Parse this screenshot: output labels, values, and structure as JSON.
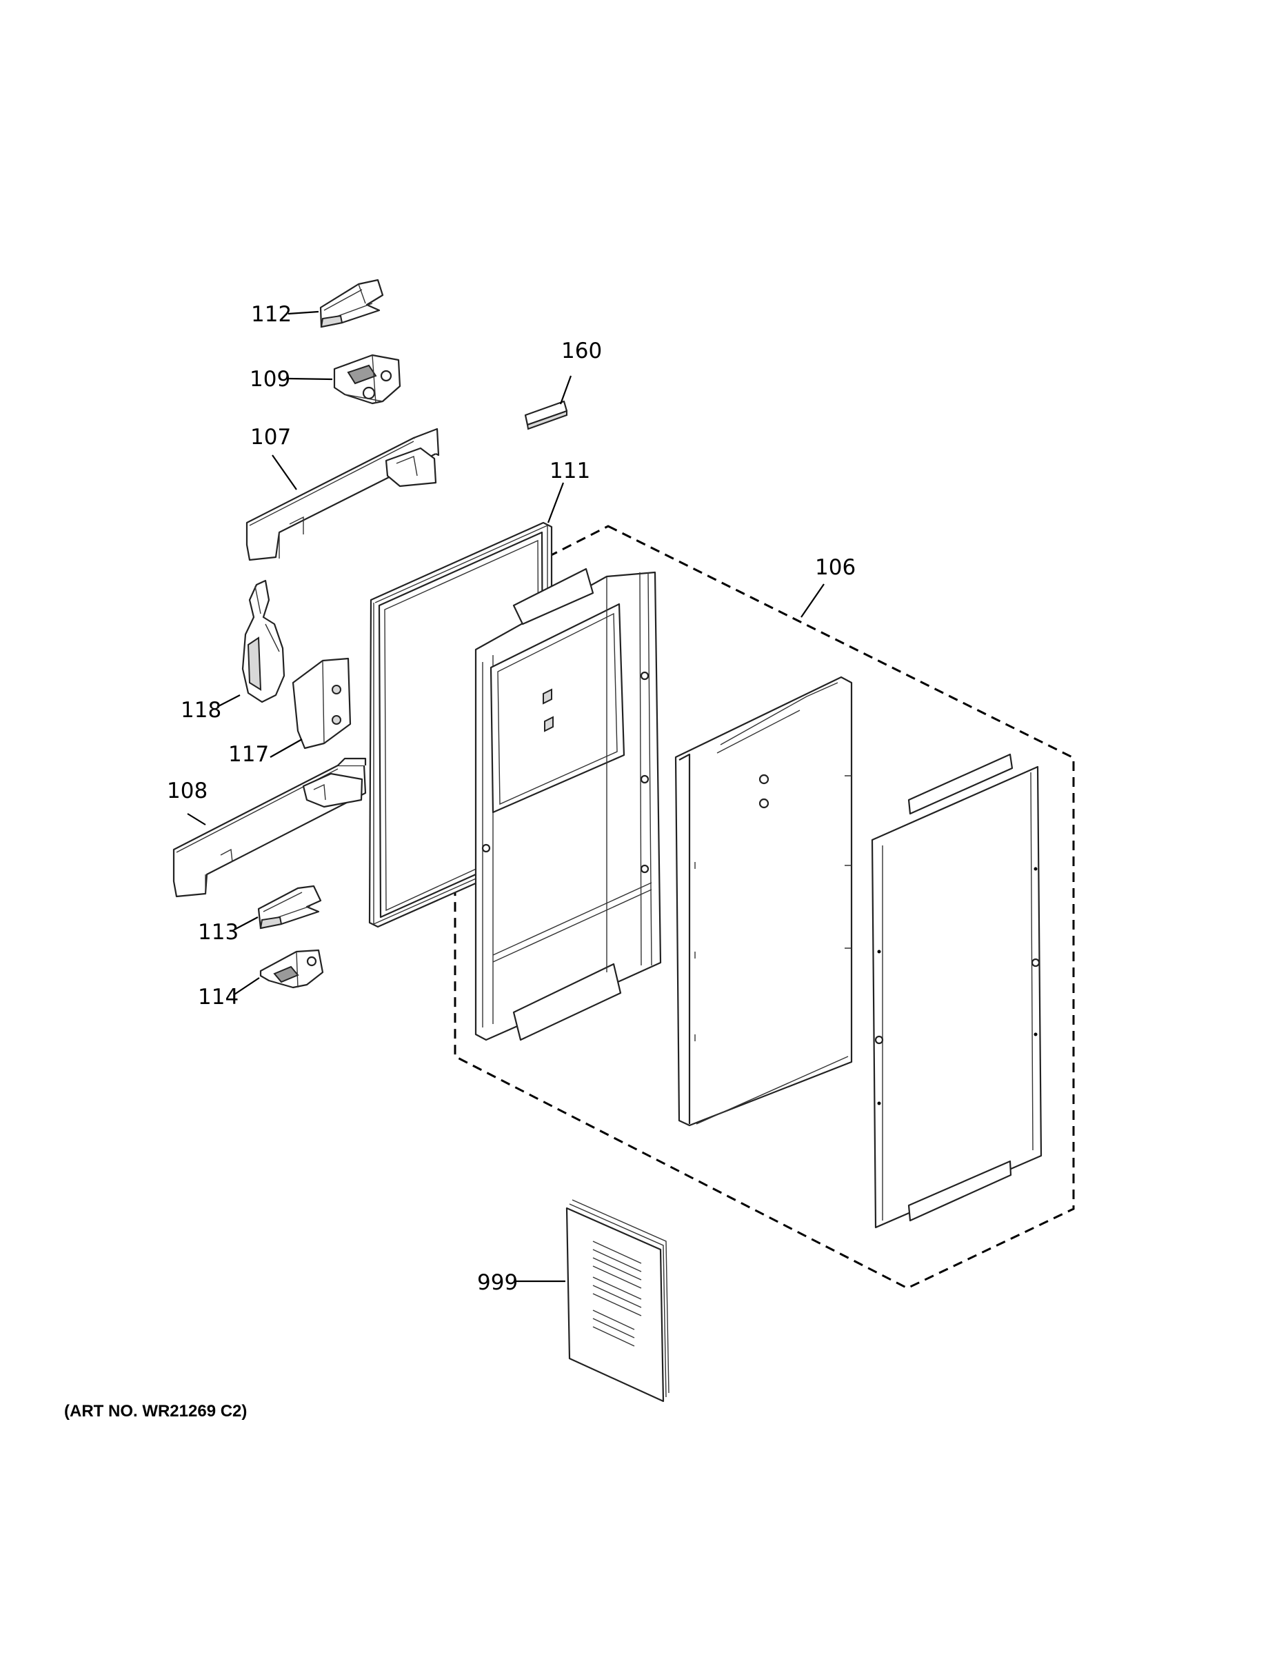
{
  "labels": {
    "p112": "112",
    "p109": "109",
    "p160": "160",
    "p107": "107",
    "p111": "111",
    "p106": "106",
    "p118": "118",
    "p117": "117",
    "p108": "108",
    "p113": "113",
    "p114": "114",
    "p999": "999"
  },
  "art_number": "(ART NO. WR21269 C2)",
  "colors": {
    "line": "#000000",
    "fill": "#ffffff",
    "shade": "#d8d8d8"
  }
}
